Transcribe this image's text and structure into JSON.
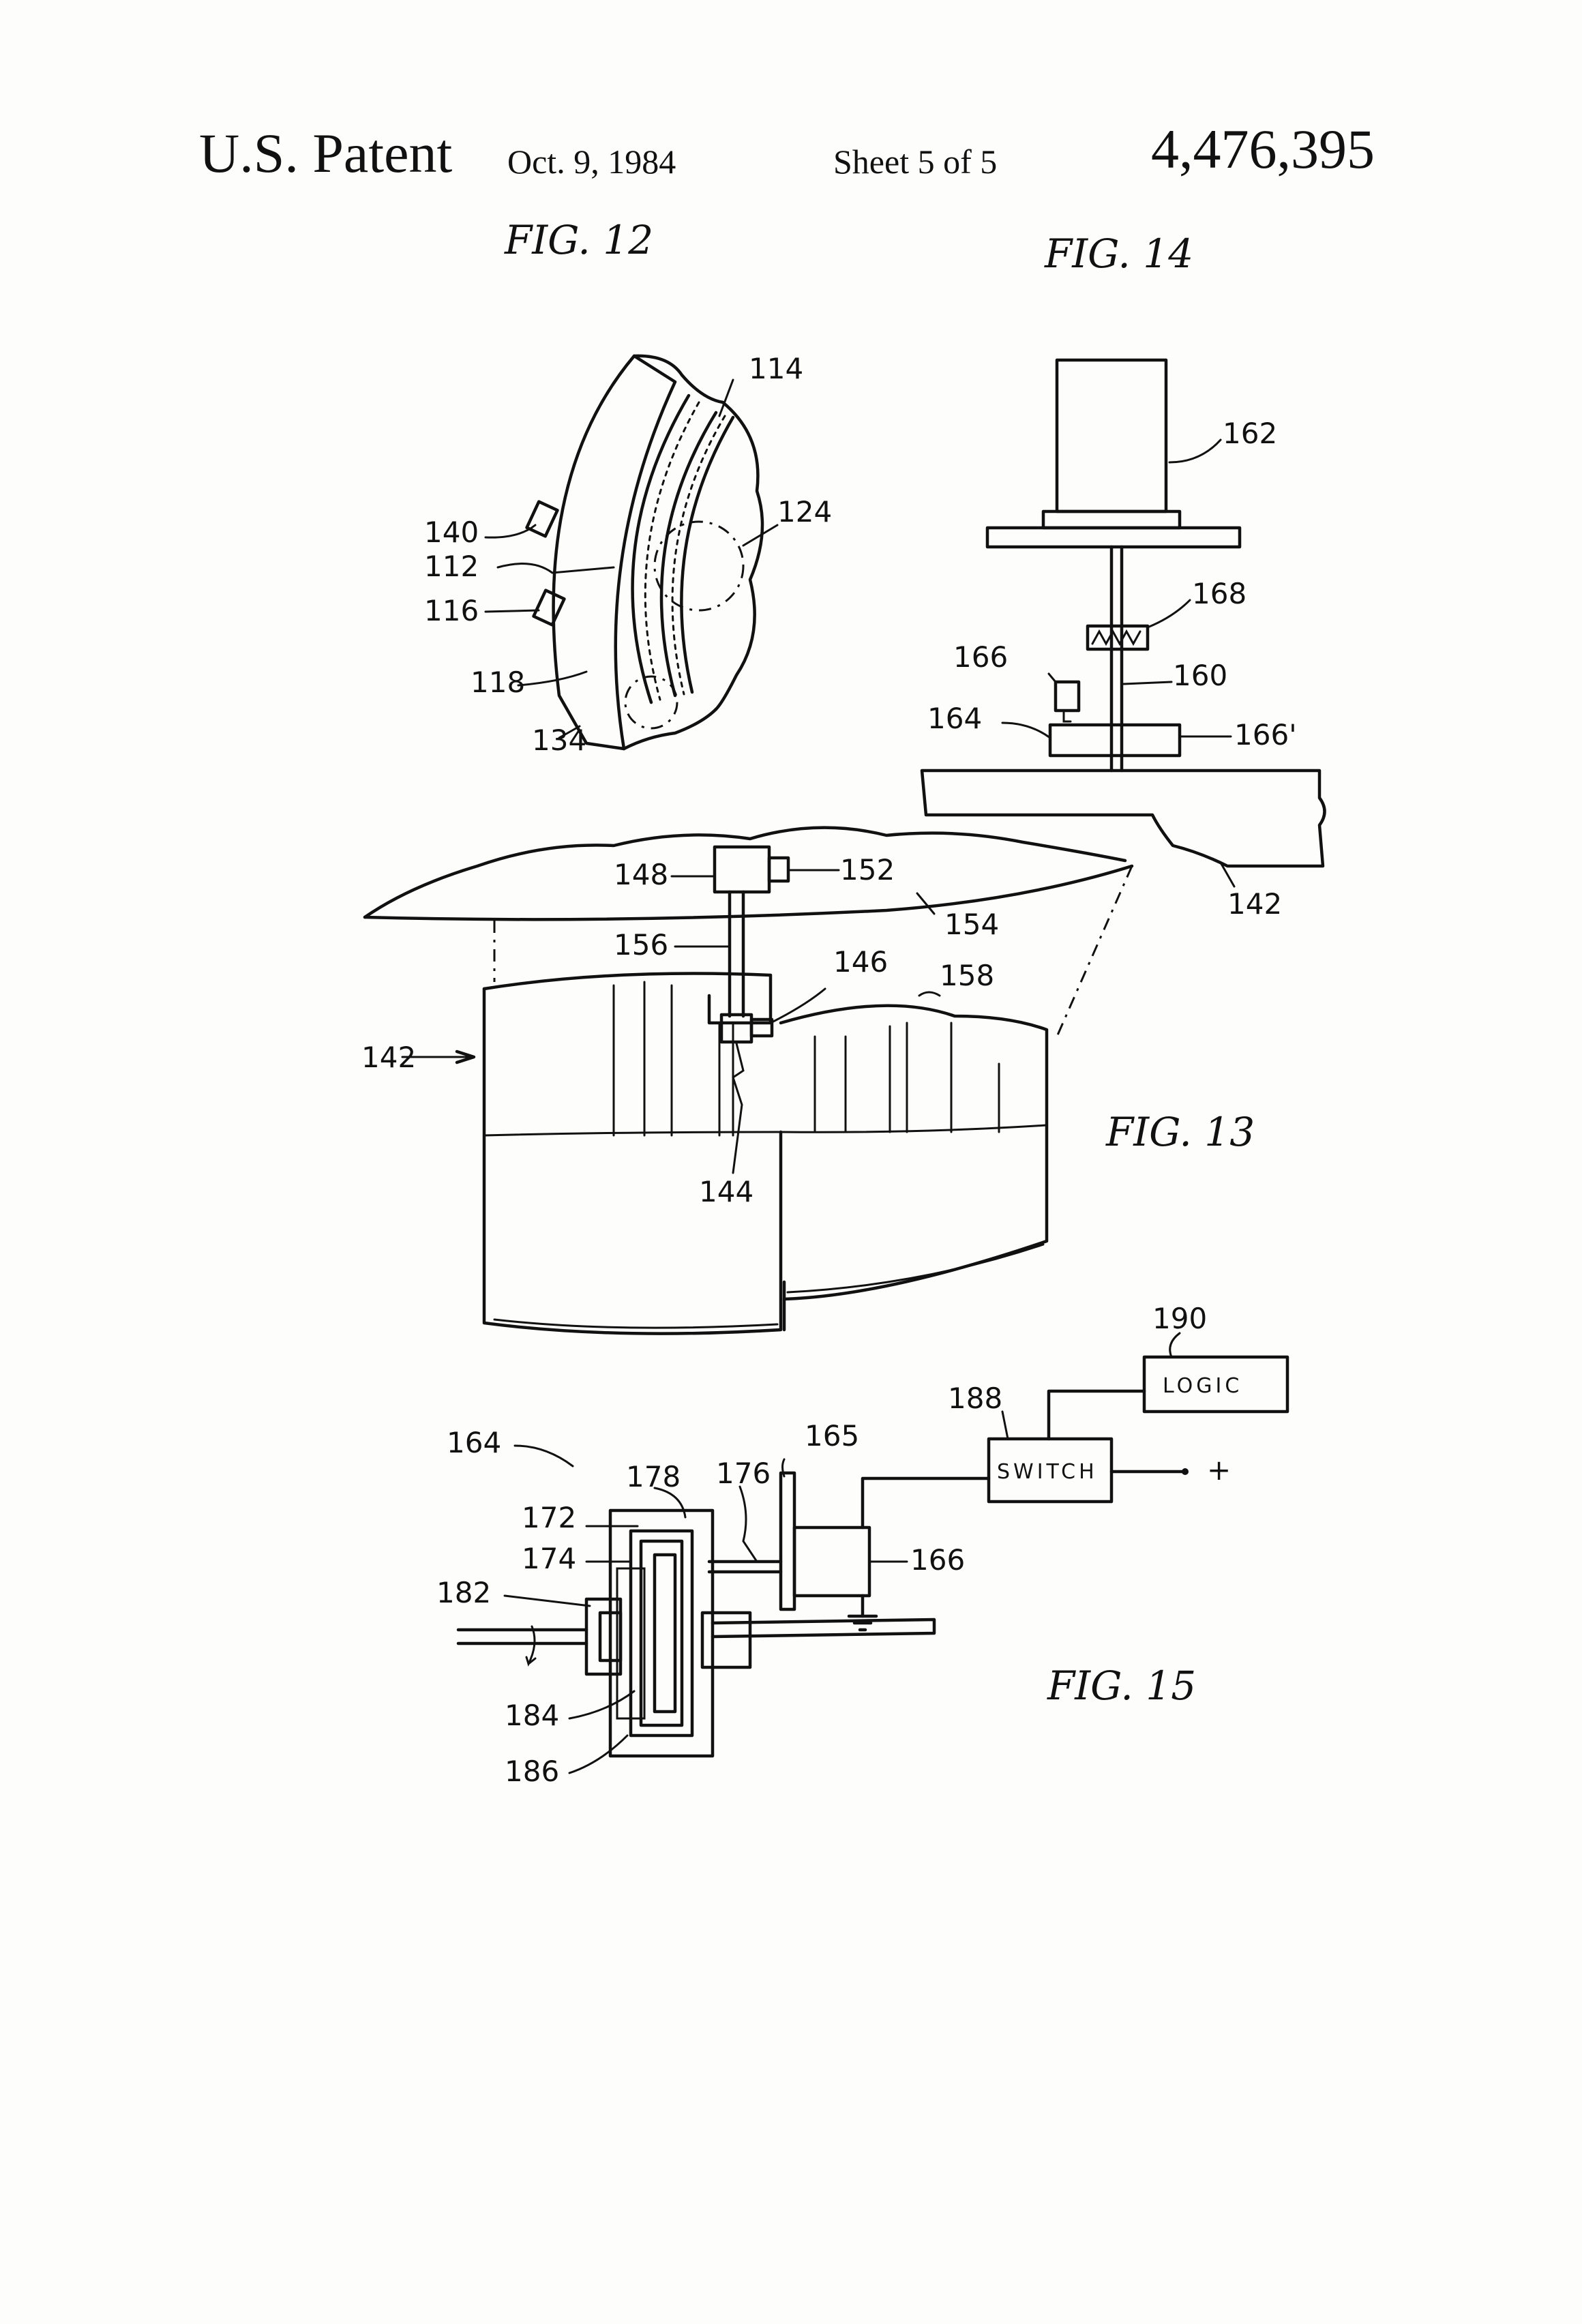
{
  "header": {
    "patent": "U.S. Patent",
    "date": "Oct. 9, 1984",
    "sheet": "Sheet 5 of 5",
    "number": "4,476,395"
  },
  "figures": {
    "fig12": "FIG. 12",
    "fig13": "FIG. 13",
    "fig14": "FIG. 14",
    "fig15": "FIG. 15"
  },
  "labels": {
    "r114": "114",
    "r124": "124",
    "r140": "140",
    "r112": "112",
    "r116": "116",
    "r118": "118",
    "r134": "134",
    "r162": "162",
    "r168": "168",
    "r166": "166",
    "r160": "160",
    "r164": "164",
    "r166p": "166'",
    "r142": "142",
    "r148": "148",
    "r152": "152",
    "r154": "154",
    "r156": "156",
    "r146": "146",
    "r158": "158",
    "r142b": "142",
    "r144": "144",
    "r190": "190",
    "r188": "188",
    "r164b": "164",
    "r165": "165",
    "r178": "178",
    "r176": "176",
    "r172": "172",
    "r174": "174",
    "r166b": "166",
    "r182": "182",
    "r184": "184",
    "r186": "186",
    "plus": "+"
  },
  "boxes": {
    "logic": "LOGIC",
    "switch": "SWITCH"
  }
}
